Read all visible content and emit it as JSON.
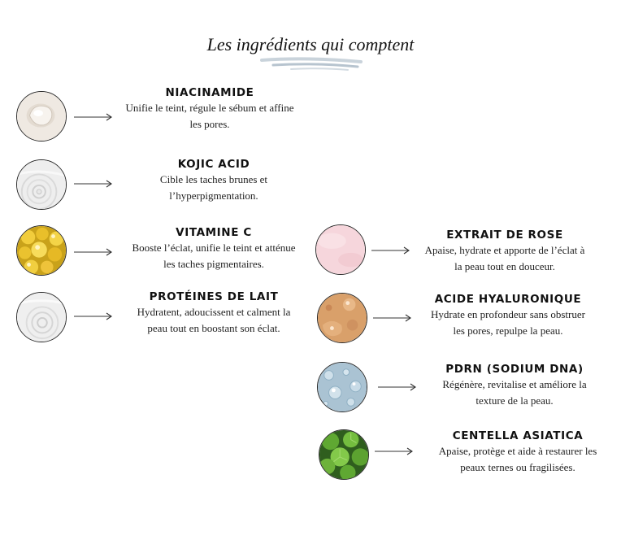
{
  "title": "Les ingrédients qui comptent",
  "ingredients": [
    {
      "name": "NIACINAMIDE",
      "line1": "Unifie le teint, régule le sébum et affine",
      "line2": "les pores.",
      "icon": "cream-drop-icon"
    },
    {
      "name": "KOJIC ACID",
      "line1": "Cible les taches brunes et",
      "line2": "l’hyperpigmentation.",
      "icon": "water-ripple-icon"
    },
    {
      "name": "VITAMINE C",
      "line1": "Booste l’éclat, unifie le teint et atténue",
      "line2": "les taches pigmentaires.",
      "icon": "golden-capsules-icon"
    },
    {
      "name": "PROTÉINES DE LAIT",
      "line1": "Hydratent, adoucissent et calment la",
      "line2": "peau tout en boostant son éclat.",
      "icon": "milk-swirl-icon"
    },
    {
      "name": "EXTRAIT DE ROSE",
      "line1": "Apaise, hydrate et apporte de l’éclat à",
      "line2": "la peau tout en douceur.",
      "icon": "pink-texture-icon"
    },
    {
      "name": "ACIDE HYALURONIQUE",
      "line1": "Hydrate en profondeur sans obstruer",
      "line2": "les pores, repulpe la peau.",
      "icon": "serum-drops-icon"
    },
    {
      "name": "PDRN (SODIUM DNA)",
      "line1": "Régénère, revitalise et améliore la",
      "line2": "texture de la peau.",
      "icon": "water-bubbles-icon"
    },
    {
      "name": "CENTELLA ASIATICA",
      "line1": "Apaise, protège et aide à restaurer les",
      "line2": "peaux ternes ou fragilisées.",
      "icon": "centella-leaves-icon"
    }
  ]
}
